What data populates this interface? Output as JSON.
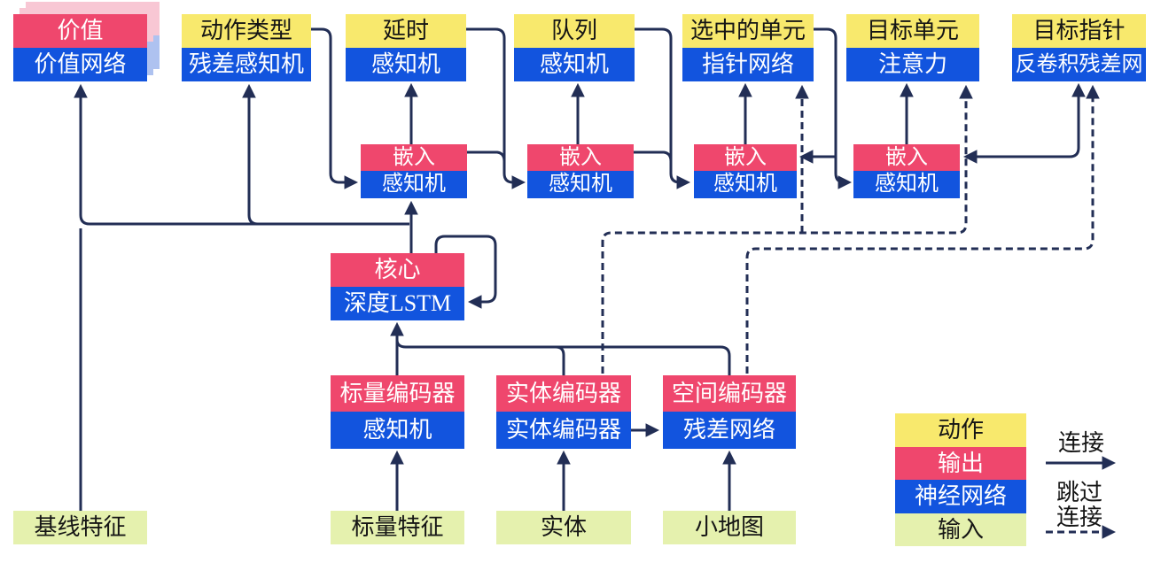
{
  "palette": {
    "yellow": "#F8E96D",
    "red": "#EF476D",
    "blue": "#1254DE",
    "green": "#E5F1AE",
    "line": "#222E55",
    "ghost-pink": "#F8C7D4",
    "ghost-blue": "#AEC2F0"
  },
  "nodes": {
    "value": {
      "top": "价值",
      "bottom": "价值网络"
    },
    "action_type": {
      "top": "动作类型",
      "bottom": "残差感知机"
    },
    "delay": {
      "top": "延时",
      "bottom": "感知机"
    },
    "queue": {
      "top": "队列",
      "bottom": "感知机"
    },
    "selected_units": {
      "top": "选中的单元",
      "bottom": "指针网络"
    },
    "target_unit": {
      "top": "目标单元",
      "bottom": "注意力"
    },
    "target_pointer": {
      "top": "目标指针",
      "bottom": "反卷积残差网"
    },
    "embed1": {
      "top": "嵌入",
      "bottom": "感知机"
    },
    "embed2": {
      "top": "嵌入",
      "bottom": "感知机"
    },
    "embed3": {
      "top": "嵌入",
      "bottom": "感知机"
    },
    "embed4": {
      "top": "嵌入",
      "bottom": "感知机"
    },
    "core": {
      "top": "核心",
      "bottom": "深度LSTM"
    },
    "scalar_encoder": {
      "top": "标量编码器",
      "bottom": "感知机"
    },
    "entity_encoder": {
      "top": "实体编码器",
      "bottom": "实体编码器"
    },
    "spatial_encoder": {
      "top": "空间编码器",
      "bottom": "残差网络"
    },
    "baseline_features": {
      "label": "基线特征"
    },
    "scalar_features": {
      "label": "标量特征"
    },
    "entities": {
      "label": "实体"
    },
    "minimap": {
      "label": "小地图"
    }
  },
  "legend": {
    "items": [
      {
        "label": "动作",
        "color": "yellow"
      },
      {
        "label": "输出",
        "color": "red"
      },
      {
        "label": "神经网络",
        "color": "blue"
      },
      {
        "label": "输入",
        "color": "green"
      }
    ],
    "connection_label": "连接",
    "skip_label_1": "跳过",
    "skip_label_2": "连接"
  }
}
